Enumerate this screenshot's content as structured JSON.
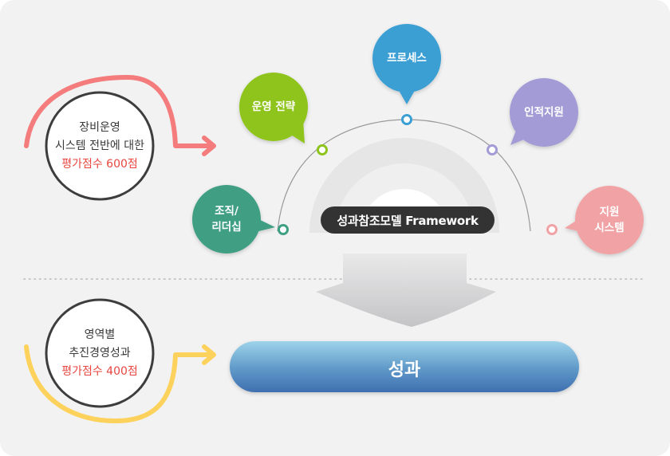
{
  "top_circle": {
    "line1": "장비운영",
    "line2": "시스템 전반에 대한",
    "line3": "평가점수 600점"
  },
  "bottom_circle": {
    "line1": "영역별",
    "line2": "추진경영성과",
    "line3": "평가점수 400점"
  },
  "bubbles": [
    {
      "line1": "조직/",
      "line2": "리더십",
      "color": "#3f9f83"
    },
    {
      "line1": "운영 전략",
      "line2": "",
      "color": "#8fc41c"
    },
    {
      "line1": "프로세스",
      "line2": "",
      "color": "#3b9fd4"
    },
    {
      "line1": "인적지원",
      "line2": "",
      "color": "#a29bd6"
    },
    {
      "line1": "지원",
      "line2": "시스템",
      "color": "#f0a2a4"
    }
  ],
  "framework": {
    "label": "성과참조모델 Framework"
  },
  "result": {
    "label": "성과"
  },
  "colors": {
    "top_arc": "#f47c7c",
    "bottom_arc": "#fdd25c",
    "panel": "#f2f2f3"
  }
}
